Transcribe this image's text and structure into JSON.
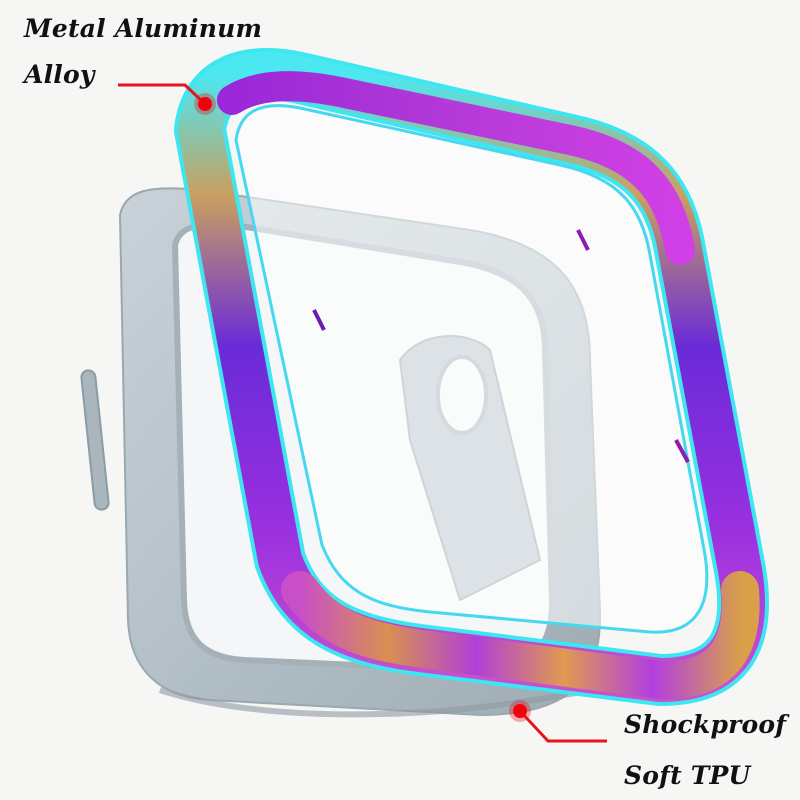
{
  "callouts": {
    "top": {
      "line1": "Metal Aluminum",
      "line2": "Alloy"
    },
    "bottom": {
      "line1": "Shockproof",
      "line2": "Soft TPU"
    }
  },
  "colors": {
    "background": "#f6f6f5",
    "callout_red": "#e8141c",
    "tpu_gray": "#b9c4cb",
    "tpu_shadow": "#8d9ba4",
    "iridescent_cyan": "#3ee6f0",
    "iridescent_purple": "#8a2be2",
    "iridescent_magenta": "#c93fe8",
    "iridescent_gold": "#d9a04a"
  }
}
